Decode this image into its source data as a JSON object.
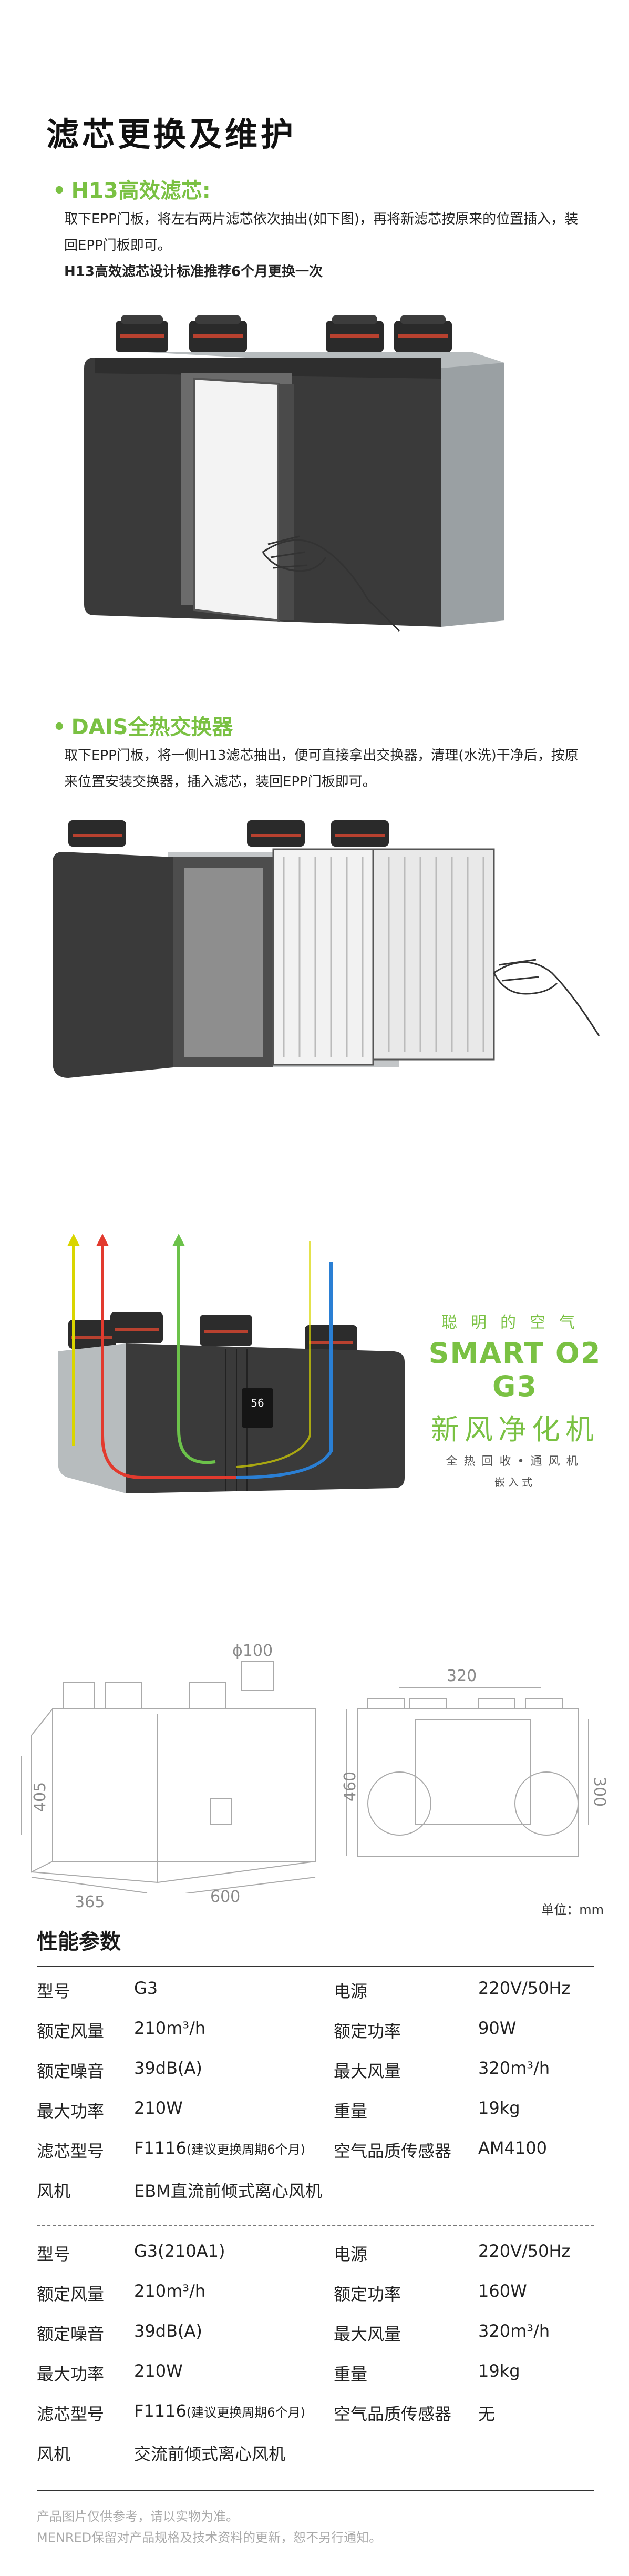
{
  "header": {
    "title": "滤芯更换及维护"
  },
  "section1": {
    "title": "H13高效滤芯:",
    "desc": "取下EPP门板，将左右两片滤芯依次抽出(如下图)，再将新滤芯按原来的位置插入，装回EPP门板即可。",
    "note": "H13高效滤芯设计标准推荐6个月更换一次"
  },
  "section2": {
    "title": "DAIS全热交换器",
    "desc": "取下EPP门板，将一侧H13滤芯抽出，便可直接拿出交换器，清理(水洗)干净后，按原来位置安装交换器，插入滤芯，装回EPP门板即可。"
  },
  "display": {
    "value": "56"
  },
  "brand": {
    "slogan": "聪明的空气",
    "model": "SMART O2 G3",
    "product": "新风净化机",
    "subtitle": "全热回收•通风机",
    "mount": "嵌入式"
  },
  "dimensions": {
    "pipe": "ϕ100",
    "height_front": "405",
    "depth": "365",
    "width": "600",
    "inner_width": "320",
    "height_back": "460",
    "inner_height": "300",
    "unit_label": "单位：mm"
  },
  "specs": {
    "title": "性能参数",
    "table1": [
      {
        "k1": "型号",
        "v1": "G3",
        "k2": "电源",
        "v2": "220V/50Hz"
      },
      {
        "k1": "额定风量",
        "v1": "210m³/h",
        "k2": "额定功率",
        "v2": "90W"
      },
      {
        "k1": "额定噪音",
        "v1": "39dB(A)",
        "k2": "最大风量",
        "v2": "320m³/h"
      },
      {
        "k1": "最大功率",
        "v1": "210W",
        "k2": "重量",
        "v2": "19kg"
      },
      {
        "k1": "滤芯型号",
        "v1": "F1116",
        "v1_note": "(建议更换周期6个月)",
        "k2": "空气品质传感器",
        "v2": "AM4100"
      },
      {
        "k1": "风机",
        "v1": "EBM直流前倾式离心风机",
        "k2": "",
        "v2": ""
      }
    ],
    "table2": [
      {
        "k1": "型号",
        "v1": "G3(210A1)",
        "k2": "电源",
        "v2": "220V/50Hz"
      },
      {
        "k1": "额定风量",
        "v1": "210m³/h",
        "k2": "额定功率",
        "v2": "160W"
      },
      {
        "k1": "额定噪音",
        "v1": "39dB(A)",
        "k2": "最大风量",
        "v2": "320m³/h"
      },
      {
        "k1": "最大功率",
        "v1": "210W",
        "k2": "重量",
        "v2": "19kg"
      },
      {
        "k1": "滤芯型号",
        "v1": "F1116",
        "v1_note": "(建议更换周期6个月)",
        "k2": "空气品质传感器",
        "v2": "无"
      },
      {
        "k1": "风机",
        "v1": "交流前倾式离心风机",
        "k2": "",
        "v2": ""
      }
    ]
  },
  "footer": {
    "line1": "产品图片仅供参考，请以实物为准。",
    "line2": "MENRED保留对产品规格及技术资料的更新，恕不另行通知。"
  },
  "colors": {
    "accent": "#7ac143",
    "arrow_yellow": "#d9d500",
    "arrow_red": "#e23a2e",
    "arrow_blue": "#2a7fd4",
    "arrow_green": "#6cc24a"
  }
}
